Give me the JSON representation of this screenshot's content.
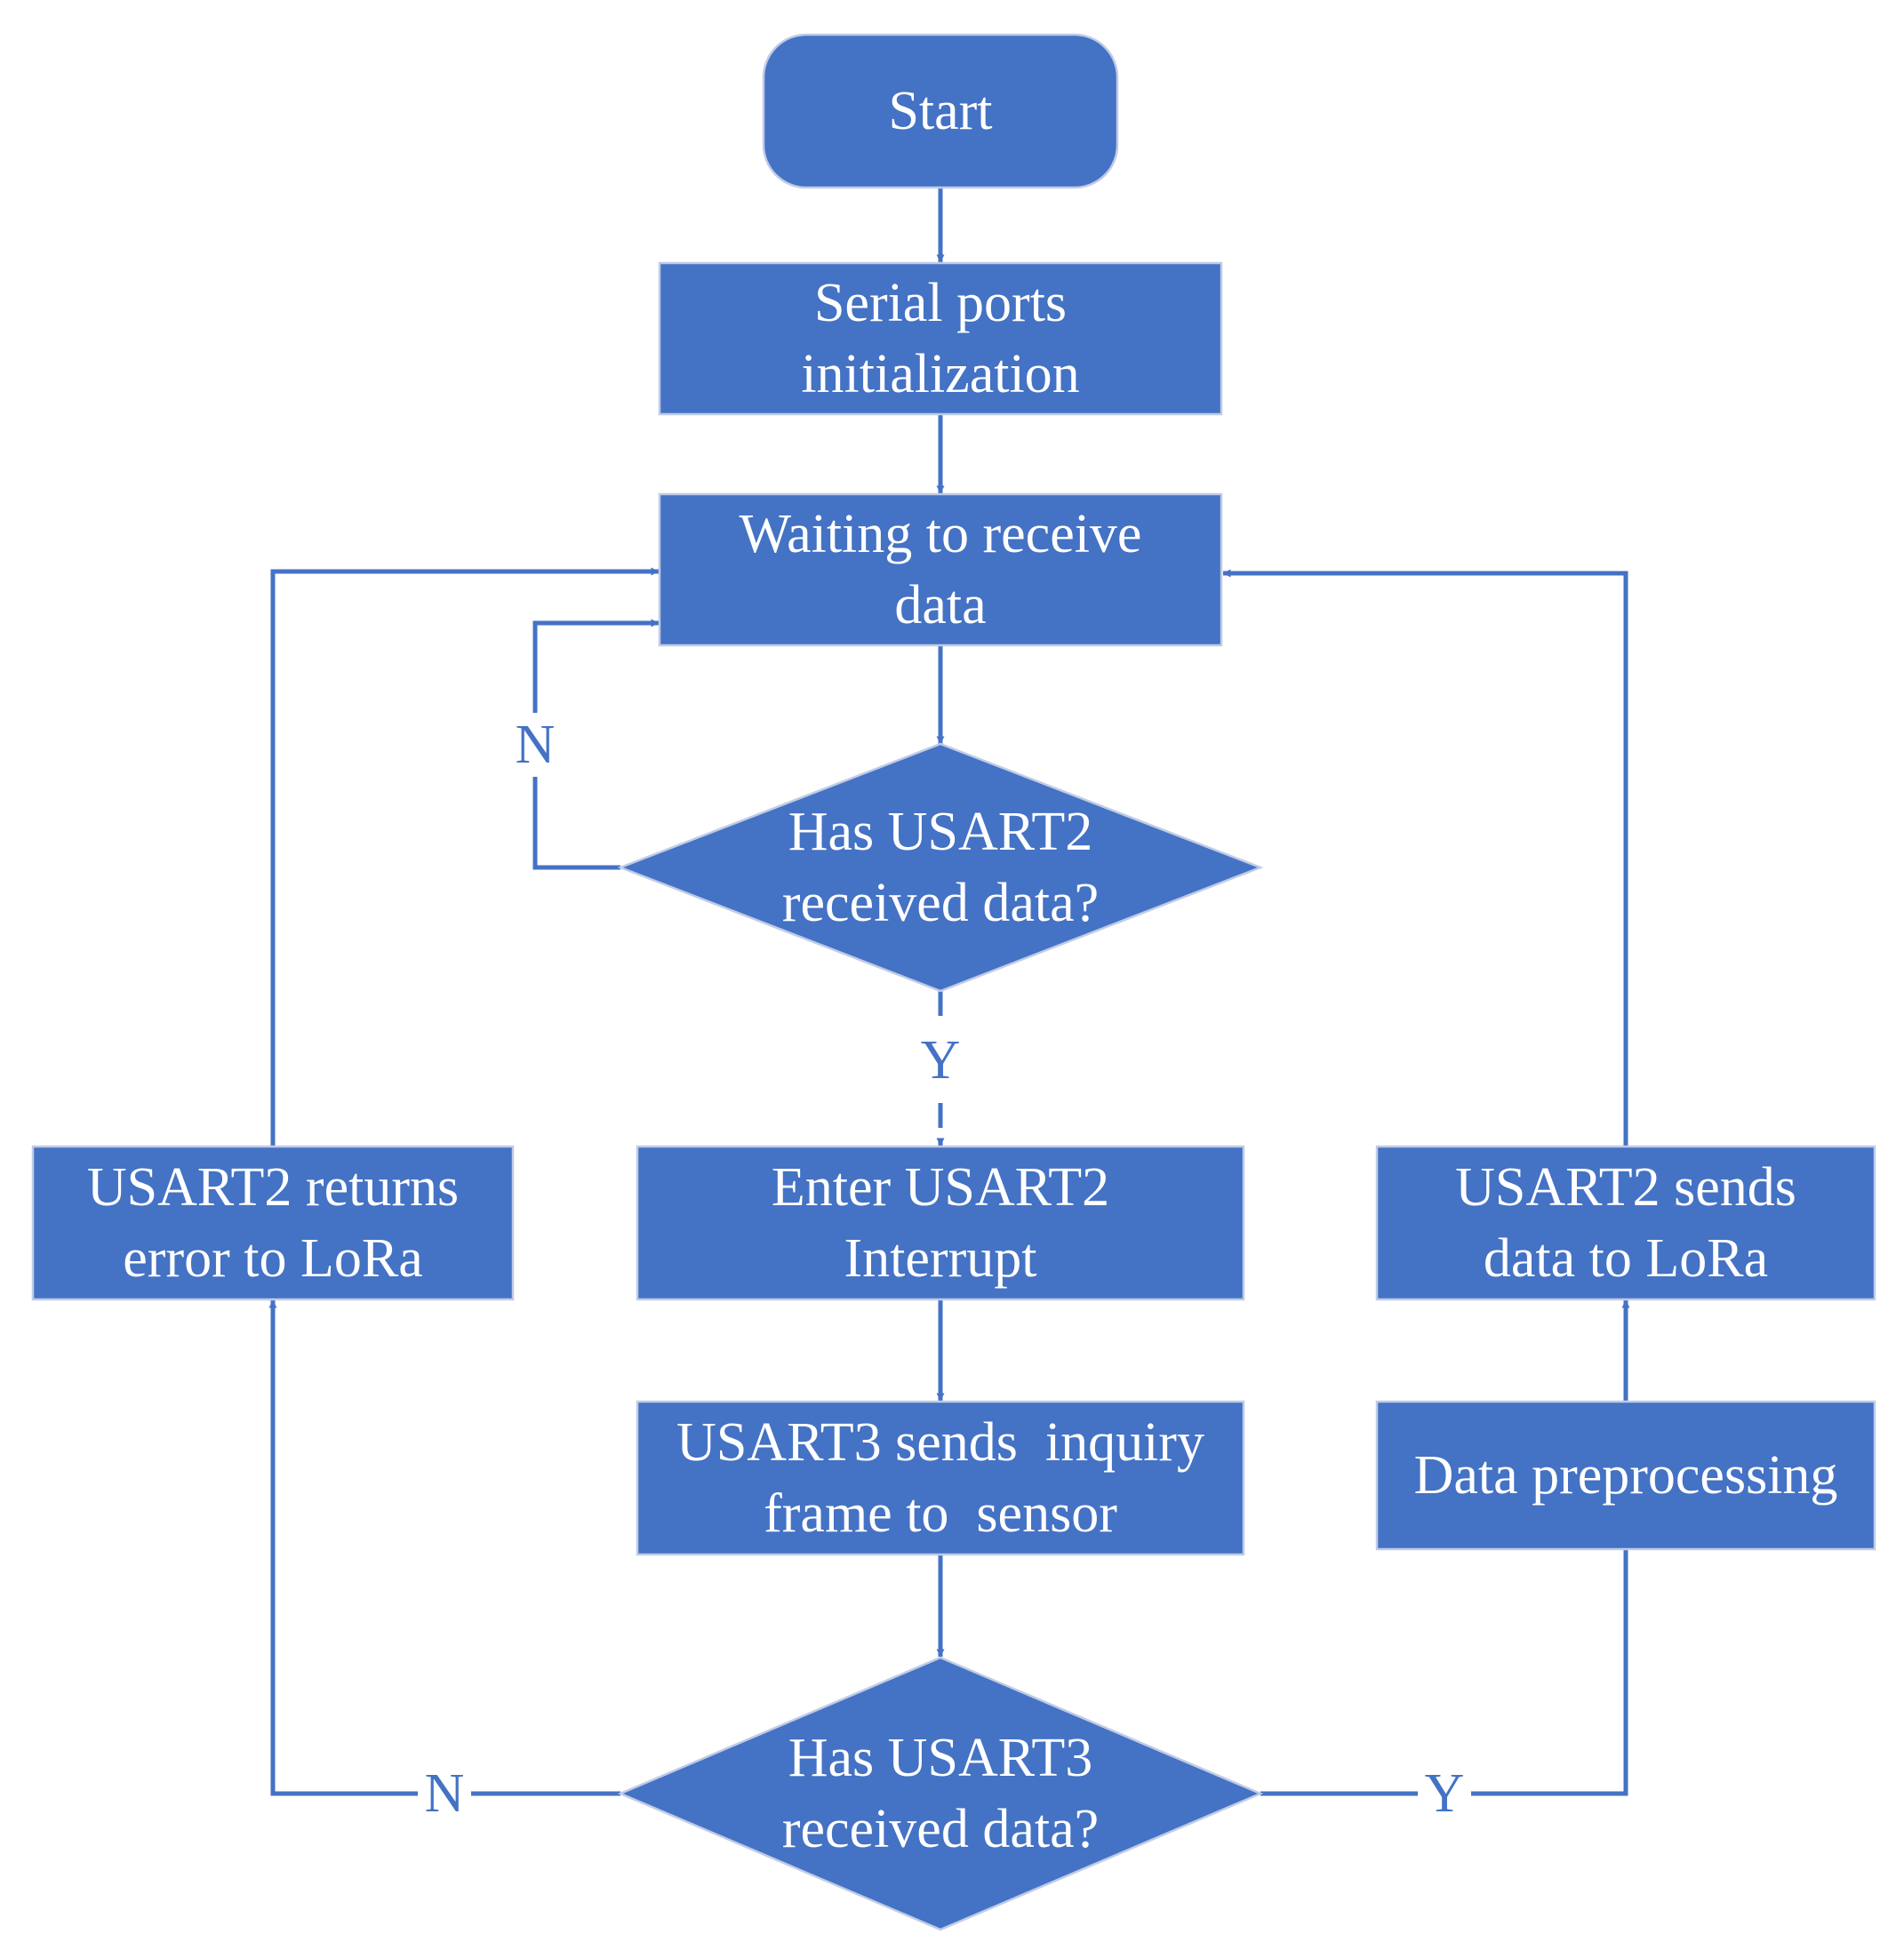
{
  "diagram": {
    "colors": {
      "node_fill": "#4472C4",
      "node_border": "#BFCBE6",
      "edge": "#4472C4",
      "node_text": "#FFFFFF",
      "label_text": "#4472C4",
      "background": "#FFFFFF"
    },
    "nodes": {
      "start": {
        "shape": "terminal",
        "lines": [
          "Start"
        ]
      },
      "init": {
        "shape": "process",
        "lines": [
          "Serial ports",
          "initialization"
        ]
      },
      "wait": {
        "shape": "process",
        "lines": [
          "Waiting to receive",
          "data"
        ]
      },
      "dec2": {
        "shape": "decision",
        "lines": [
          "Has USART2",
          "received data?"
        ]
      },
      "interrupt": {
        "shape": "process",
        "lines": [
          "Enter USART2",
          "Interrupt"
        ]
      },
      "inquiry": {
        "shape": "process",
        "lines": [
          "USART3 sends  inquiry",
          "frame to  sensor"
        ]
      },
      "dec3": {
        "shape": "decision",
        "lines": [
          "Has USART3",
          "received data?"
        ]
      },
      "error": {
        "shape": "process",
        "lines": [
          "USART2 returns",
          "error to LoRa"
        ]
      },
      "preprocess": {
        "shape": "process",
        "lines": [
          "Data preprocessing"
        ]
      },
      "send": {
        "shape": "process",
        "lines": [
          "USART2 sends",
          "data to LoRa"
        ]
      }
    },
    "edges": [
      {
        "from": "start",
        "to": "init",
        "label": ""
      },
      {
        "from": "init",
        "to": "wait",
        "label": ""
      },
      {
        "from": "wait",
        "to": "dec2",
        "label": ""
      },
      {
        "from": "dec2",
        "to": "wait",
        "label": "N"
      },
      {
        "from": "dec2",
        "to": "interrupt",
        "label": "Y"
      },
      {
        "from": "interrupt",
        "to": "inquiry",
        "label": ""
      },
      {
        "from": "inquiry",
        "to": "dec3",
        "label": ""
      },
      {
        "from": "dec3",
        "to": "error",
        "label": "N"
      },
      {
        "from": "dec3",
        "to": "preprocess",
        "label": "Y"
      },
      {
        "from": "preprocess",
        "to": "send",
        "label": ""
      },
      {
        "from": "error",
        "to": "wait",
        "label": ""
      },
      {
        "from": "send",
        "to": "wait",
        "label": ""
      }
    ]
  }
}
